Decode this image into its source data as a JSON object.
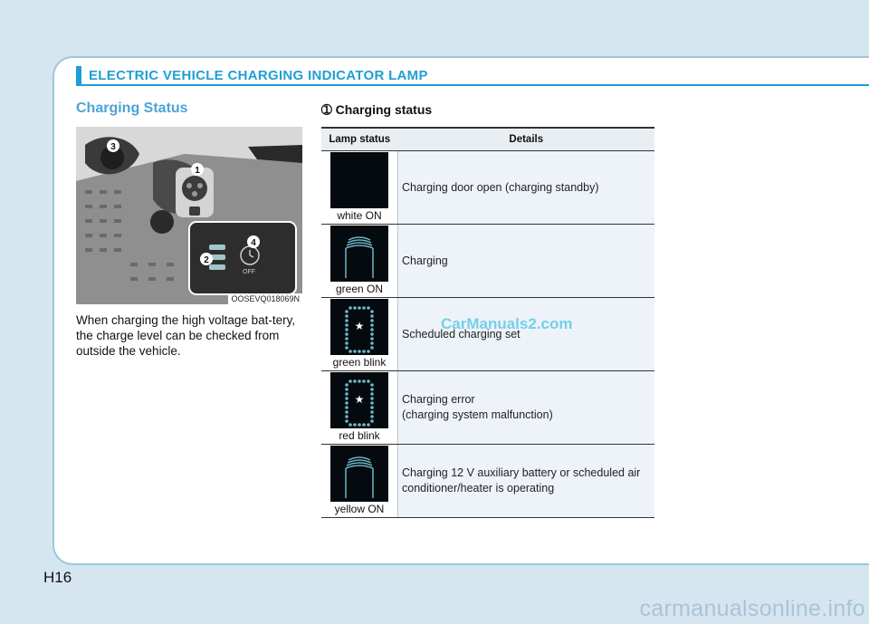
{
  "header": {
    "title": "ELECTRIC VEHICLE CHARGING INDICATOR LAMP"
  },
  "left": {
    "section_title": "Charging Status",
    "photo_code": "OOSEVQ018069N",
    "callouts": [
      "1",
      "2",
      "3",
      "4"
    ],
    "off_label": "OFF",
    "body": "When charging the high voltage bat-tery, the charge level can be checked from outside the vehicle."
  },
  "right": {
    "title": "➀ Charging status",
    "table": {
      "headers": [
        "Lamp status",
        "Details"
      ],
      "rows": [
        {
          "lamp": "white ON",
          "details": "Charging door open (charging standby)",
          "lamp_type": "off"
        },
        {
          "lamp": "green ON",
          "details": "Charging",
          "lamp_type": "bars"
        },
        {
          "lamp": "green blink",
          "details": "Scheduled charging set",
          "lamp_type": "dots"
        },
        {
          "lamp": "red blink",
          "details": "Charging error\n(charging system malfunction)",
          "lamp_type": "dots"
        },
        {
          "lamp": "yellow ON",
          "details": "Charging 12 V auxiliary battery or scheduled air conditioner/heater is operating",
          "lamp_type": "bars"
        }
      ]
    }
  },
  "watermark": "CarManuals2.com",
  "page_number": "H16",
  "footer_site": "carmanualsonline.info",
  "colors": {
    "accent": "#1a9fd6",
    "lamp_glow": "#6fb6c8"
  }
}
